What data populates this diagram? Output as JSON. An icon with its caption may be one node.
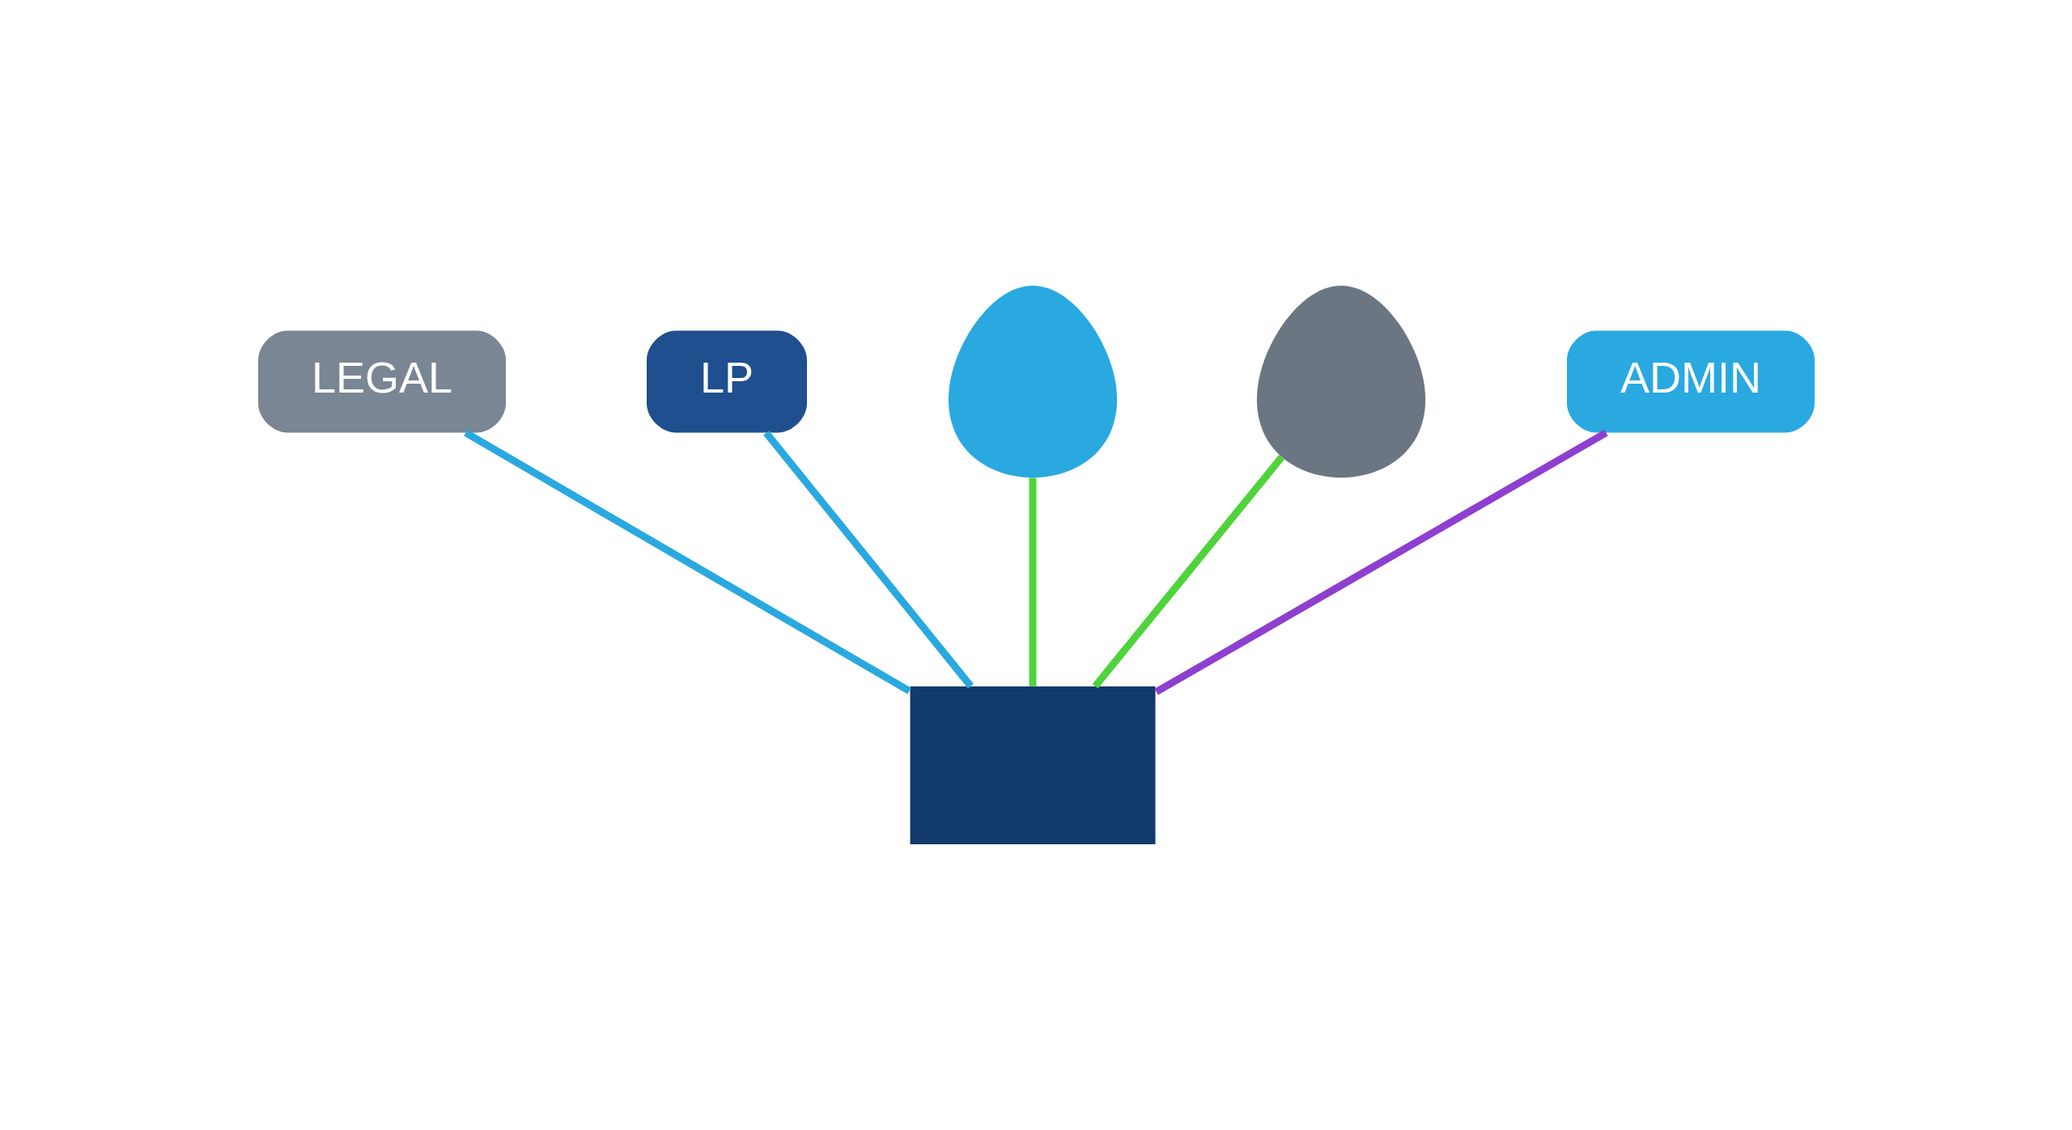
{
  "diagram": {
    "nodes": [
      {
        "text": [
          "LEGAL"
        ]
      },
      {
        "text": [
          "LP"
        ]
      },
      {
        "text": [],
        "shape": "person"
      },
      {
        "text": [],
        "shape": "person"
      },
      {
        "text": [
          "ADMIN"
        ]
      },
      {
        "text": [],
        "shape": "box"
      }
    ],
    "edges": [
      {
        "from": 0,
        "to": 5,
        "arrow": "none",
        "color": "#29a9e0"
      },
      {
        "from": 1,
        "to": 5,
        "arrow": "none",
        "color": "#29a9e0"
      },
      {
        "from": 2,
        "to": 5,
        "arrow": "none",
        "color": "#4fd33a"
      },
      {
        "from": 3,
        "to": 5,
        "arrow": "none",
        "color": "#4fd33a"
      },
      {
        "from": 4,
        "to": 5,
        "arrow": "none",
        "color": "#8e3fd0"
      }
    ]
  }
}
